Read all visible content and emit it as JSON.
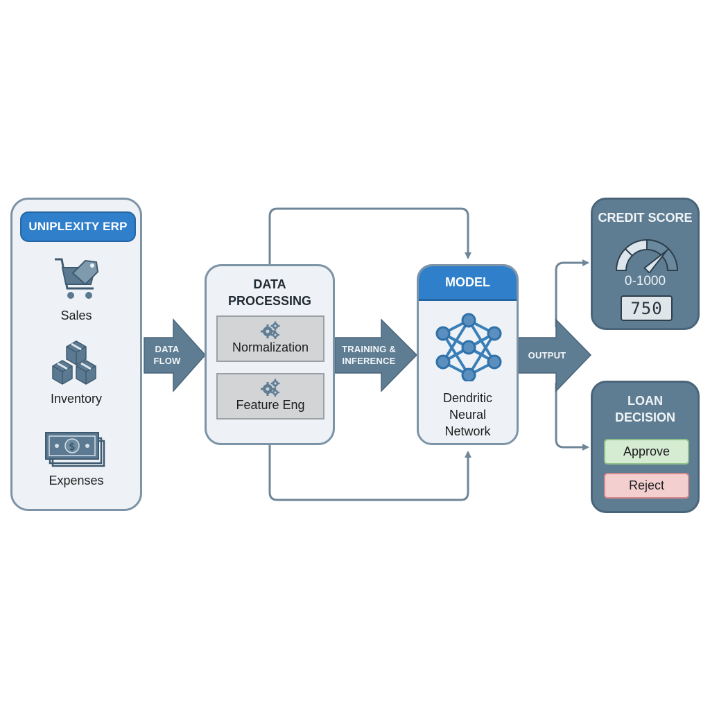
{
  "source": {
    "title": "UNIPLEXITY ERP",
    "items": [
      {
        "label": "Sales",
        "icon": "shopping-cart-tag-icon"
      },
      {
        "label": "Inventory",
        "icon": "boxes-icon"
      },
      {
        "label": "Expenses",
        "icon": "money-stack-icon"
      }
    ]
  },
  "arrows": {
    "data_flow": "DATA\nFLOW",
    "data_flow_lines": [
      "DATA",
      "FLOW"
    ],
    "training_lines": [
      "TRAINING &",
      "INFERENCE"
    ],
    "output": "OUTPUT"
  },
  "processing": {
    "title_lines": [
      "DATA",
      "PROCESSING"
    ],
    "steps": [
      {
        "label": "Normalization",
        "icon": "gears-icon"
      },
      {
        "label": "Feature Eng",
        "icon": "gears-icon"
      }
    ]
  },
  "model": {
    "title": "MODEL",
    "icon": "neural-network-icon",
    "name_lines": [
      "Dendritic",
      "Neural",
      "Network"
    ]
  },
  "credit_score": {
    "title": "CREDIT SCORE",
    "icon": "gauge-icon",
    "range": "0-1000",
    "value": "750",
    "gauge_fraction": 0.75
  },
  "loan_decision": {
    "title_lines": [
      "LOAN",
      "DECISION"
    ],
    "options": [
      "Approve",
      "Reject"
    ]
  },
  "colors": {
    "accent_blue": "#2f7fca",
    "arrow_slate": "#5e7d93",
    "panel_border": "#7d93a6",
    "panel_fill": "#eef2f6",
    "approve_green": "#d5ebd2",
    "reject_red": "#f3cfd0"
  }
}
